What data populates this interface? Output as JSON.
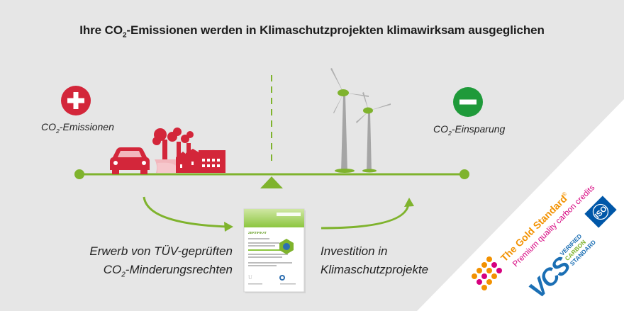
{
  "title": {
    "pre": "Ihre CO",
    "sub": "2",
    "post": "-Emissionen werden in Klimaschutzprojekten klimawirksam ausgeglichen"
  },
  "labels": {
    "emissions": {
      "pre": "CO",
      "sub": "2",
      "post": "-Emissionen"
    },
    "savings": {
      "pre": "CO",
      "sub": "2",
      "post": "-Einsparung"
    }
  },
  "flows": {
    "acquisition": {
      "line1": "Erwerb von TÜV-geprüften",
      "line2_pre": "CO",
      "line2_sub": "2",
      "line2_post": "-Minderungsrechten"
    },
    "investment": {
      "line1": "Investition in",
      "line2": "Klimaschutzprojekte"
    }
  },
  "certificate": {
    "heading": "ZERTIFIKAT"
  },
  "logos": {
    "gold_standard": {
      "name": "The Gold Standard",
      "registered": "®",
      "tagline": "Premium quality carbon credits"
    },
    "vcs": {
      "mark": "VCS",
      "line1": "VERIFIED",
      "line2": "CARBON",
      "line3": "STANDARD"
    },
    "iso": {
      "mark": "ISO"
    }
  },
  "colors": {
    "background": "#e6e6e6",
    "accent_red": "#d3263a",
    "accent_green": "#7fb32d",
    "minus_green": "#1f9a3a",
    "gold_orange": "#f29100",
    "gold_pink": "#d6007e",
    "vcs_blue": "#1b6fb4",
    "iso_blue": "#0057a8"
  },
  "icons": {
    "plus": "plus-circle-icon",
    "minus": "minus-circle-icon",
    "car": "car-icon",
    "factory": "factory-icon",
    "wind_turbine": "wind-turbine-icon",
    "certificate": "certificate-icon"
  }
}
